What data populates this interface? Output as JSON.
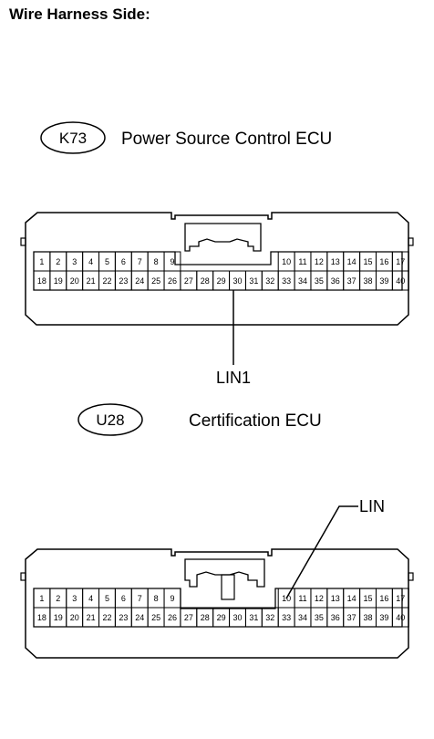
{
  "heading": "Wire Harness Side:",
  "connectors": [
    {
      "id": "K73",
      "name": "Power Source Control ECU",
      "pins_row1": [
        "1",
        "2",
        "3",
        "4",
        "5",
        "6",
        "7",
        "8",
        "9",
        "10",
        "11",
        "12",
        "13",
        "14",
        "15",
        "16",
        "17"
      ],
      "pins_row2": [
        "18",
        "19",
        "20",
        "21",
        "22",
        "23",
        "24",
        "25",
        "26",
        "27",
        "28",
        "29",
        "30",
        "31",
        "32",
        "33",
        "34",
        "35",
        "36",
        "37",
        "38",
        "39",
        "40"
      ],
      "wire": {
        "pin": "30",
        "label": "LIN1"
      }
    },
    {
      "id": "U28",
      "name": "Certification ECU",
      "pins_row1": [
        "1",
        "2",
        "3",
        "4",
        "5",
        "6",
        "7",
        "8",
        "9",
        "10",
        "11",
        "12",
        "13",
        "14",
        "15",
        "16",
        "17"
      ],
      "pins_row2": [
        "18",
        "19",
        "20",
        "21",
        "22",
        "23",
        "24",
        "25",
        "26",
        "27",
        "28",
        "29",
        "30",
        "31",
        "32",
        "33",
        "34",
        "35",
        "36",
        "37",
        "38",
        "39",
        "40"
      ],
      "wire": {
        "pin": "10",
        "label": "LIN"
      }
    }
  ]
}
